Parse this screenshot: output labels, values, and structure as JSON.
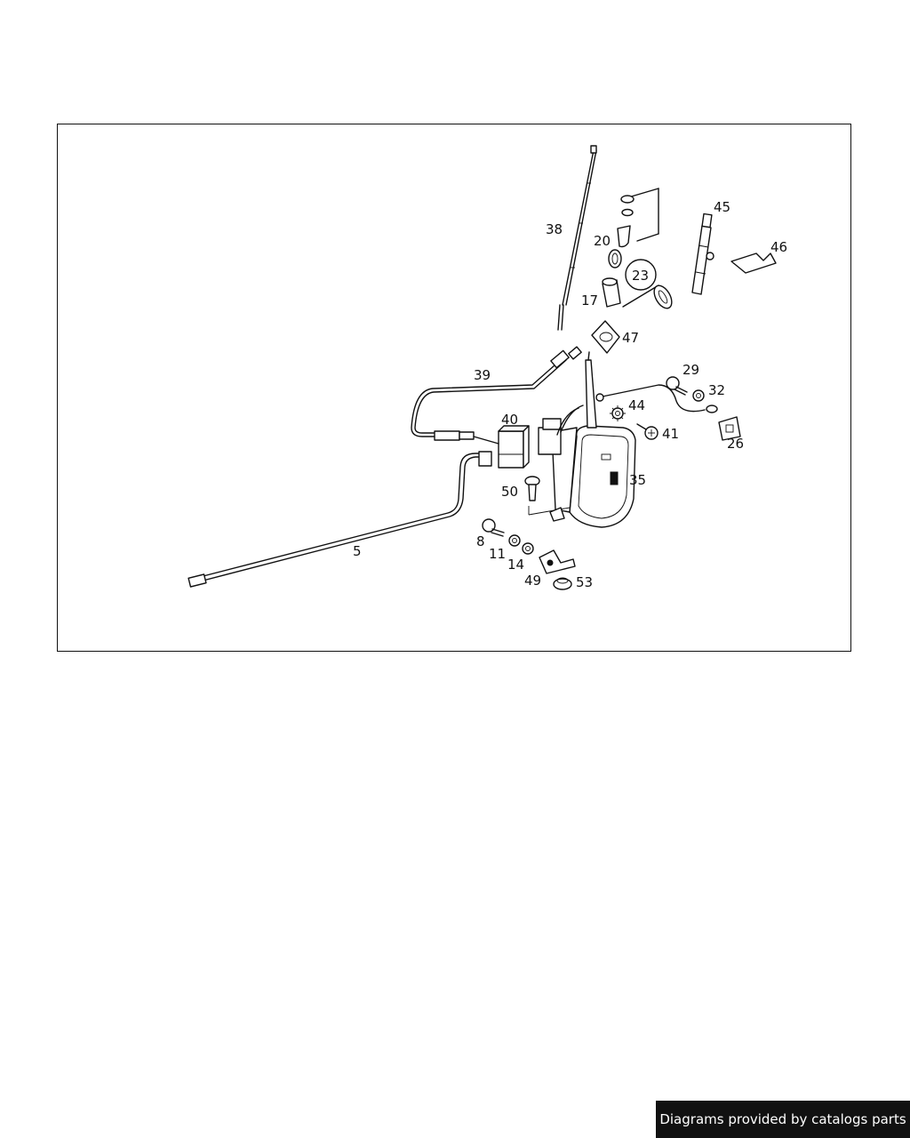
{
  "diagram": {
    "callouts": [
      {
        "id": "c38",
        "label": "38"
      },
      {
        "id": "c20",
        "label": "20"
      },
      {
        "id": "c23",
        "label": "23"
      },
      {
        "id": "c17",
        "label": "17"
      },
      {
        "id": "c45",
        "label": "45"
      },
      {
        "id": "c46",
        "label": "46"
      },
      {
        "id": "c47",
        "label": "47"
      },
      {
        "id": "c39",
        "label": "39"
      },
      {
        "id": "c29",
        "label": "29"
      },
      {
        "id": "c32",
        "label": "32"
      },
      {
        "id": "c40",
        "label": "40"
      },
      {
        "id": "c44",
        "label": "44"
      },
      {
        "id": "c41",
        "label": "41"
      },
      {
        "id": "c26",
        "label": "26"
      },
      {
        "id": "c35",
        "label": "35"
      },
      {
        "id": "c50",
        "label": "50"
      },
      {
        "id": "c5",
        "label": "5"
      },
      {
        "id": "c8",
        "label": "8"
      },
      {
        "id": "c11",
        "label": "11"
      },
      {
        "id": "c14",
        "label": "14"
      },
      {
        "id": "c49",
        "label": "49"
      },
      {
        "id": "c53",
        "label": "53"
      }
    ]
  },
  "footer": {
    "credit": "Diagrams provided by catalogs parts"
  }
}
